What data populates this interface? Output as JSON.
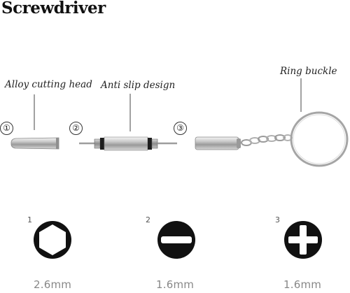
{
  "title": "Screwdriver",
  "callouts": {
    "alloy": "Alloy cutting head",
    "anti_slip": "Anti slip design",
    "ring": "Ring buckle"
  },
  "parts": [
    "①",
    "②",
    "③"
  ],
  "tips": [
    {
      "num": "1",
      "size": "2.6mm",
      "icon": "hex-tip-icon"
    },
    {
      "num": "2",
      "size": "1.6mm",
      "icon": "slotted-tip-icon"
    },
    {
      "num": "3",
      "size": "1.6mm",
      "icon": "phillips-tip-icon"
    }
  ]
}
